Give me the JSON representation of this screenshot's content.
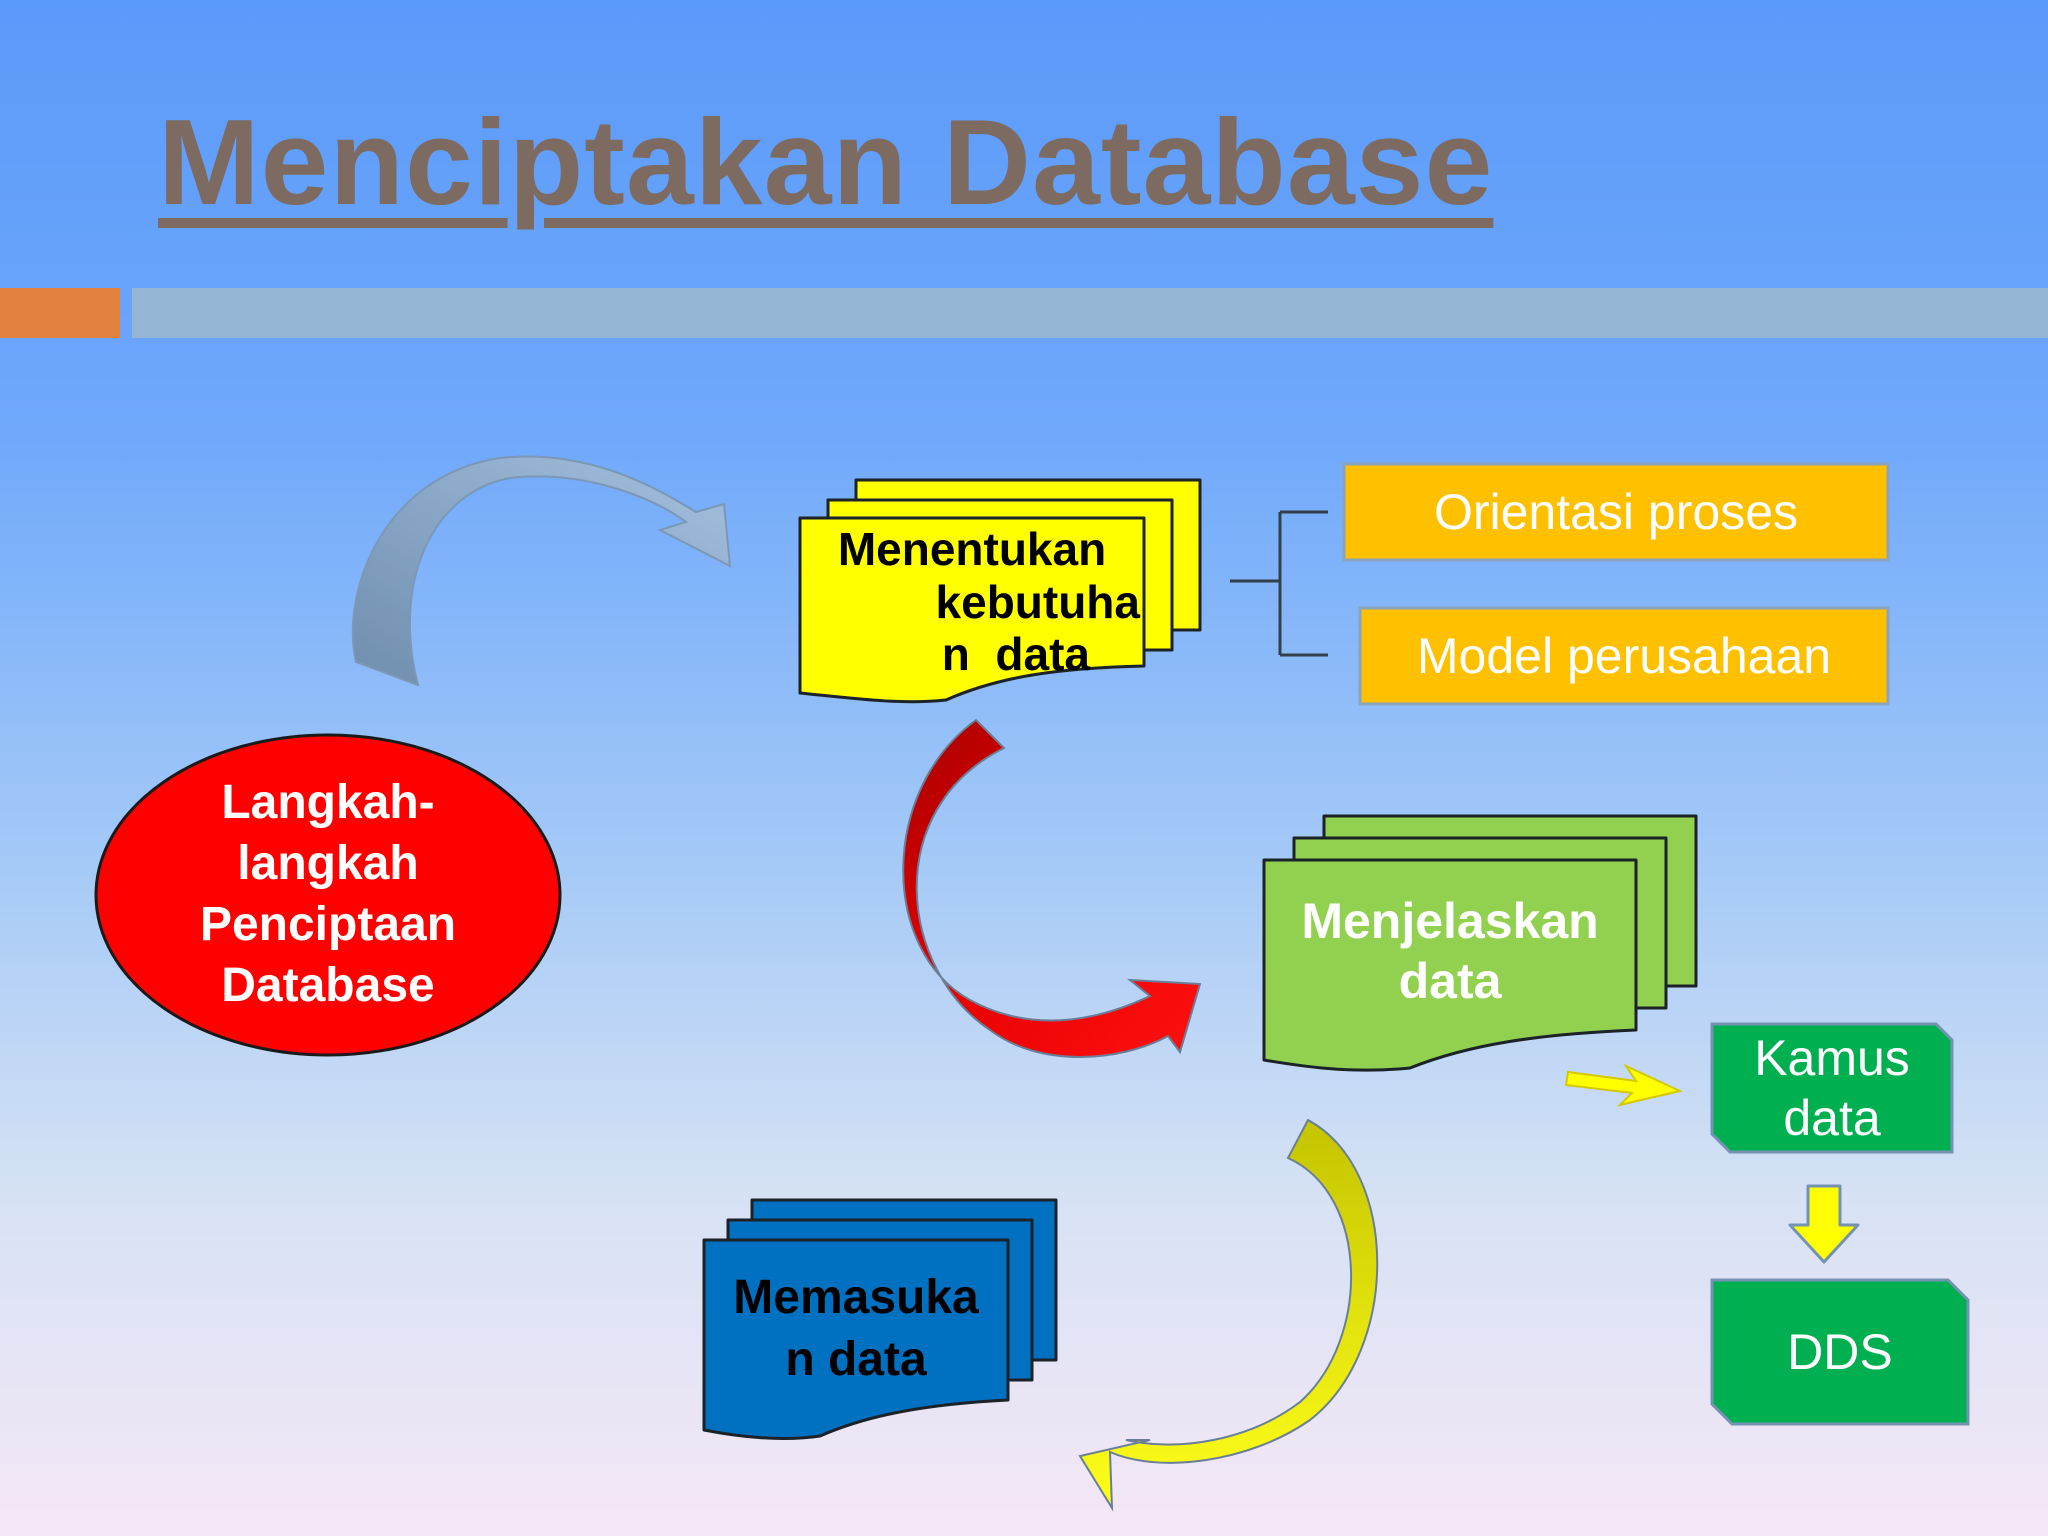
{
  "title": "Menciptakan Database",
  "colors": {
    "title_text": "#7d6a60",
    "accent_orange": "#e0823e",
    "band_blue_gray": "#94b5d3",
    "start_oval": "#ff0000",
    "step_yellow": "#ffff00",
    "option_orange": "#ffc000",
    "step_green": "#92d050",
    "output_green": "#00b050",
    "step_blue": "#0070c0"
  },
  "diagram": {
    "start": {
      "label": "Langkah-langkah Penciptaan Database",
      "lines": [
        "Langkah-",
        "langkah",
        "Penciptaan",
        "Database"
      ]
    },
    "step1": {
      "lines": [
        "Menentukan",
        "kebutuha",
        "n  data"
      ]
    },
    "options": [
      {
        "label": "Orientasi proses"
      },
      {
        "label": "Model perusahaan"
      }
    ],
    "step2": {
      "lines": [
        "Menjelaskan",
        "data"
      ]
    },
    "outputs": {
      "kamus": {
        "lines": [
          "Kamus",
          "data"
        ]
      },
      "dds": {
        "label": "DDS"
      }
    },
    "step3": {
      "lines": [
        "Memasuka",
        "n data"
      ]
    }
  }
}
